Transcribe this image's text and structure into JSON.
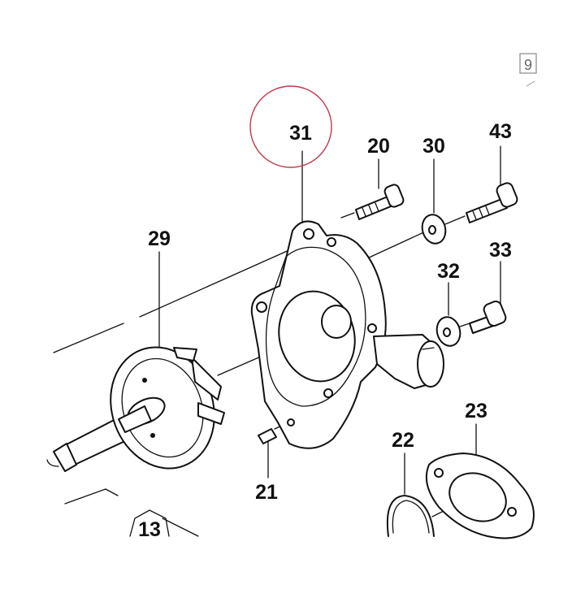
{
  "callouts": {
    "c31": "31",
    "c20": "20",
    "c30": "30",
    "c43": "43",
    "c29": "29",
    "c32": "32",
    "c33": "33",
    "c23": "23",
    "c22": "22",
    "c21": "21",
    "c13": "13"
  },
  "corner_mark": "9",
  "colors": {
    "ink": "#111111",
    "highlight": "#c0384a",
    "background": "#ffffff"
  }
}
